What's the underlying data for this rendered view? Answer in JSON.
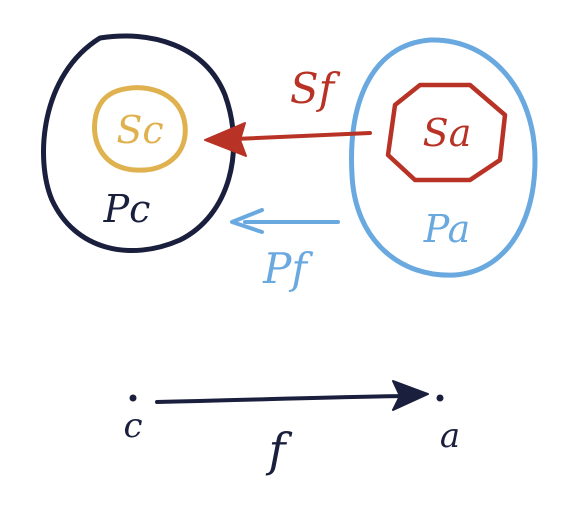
{
  "colors": {
    "ink": "#1a1f3d",
    "blue": "#6aa9e0",
    "red": "#b83325",
    "gold": "#e0b24f",
    "background": "#ffffff"
  },
  "labels": {
    "sc": "Sc",
    "sa": "Sa",
    "pc": "Pc",
    "pa": "Pa",
    "sf": "Sf",
    "pf": "Pf",
    "c": "c",
    "a": "a",
    "f": "f"
  }
}
